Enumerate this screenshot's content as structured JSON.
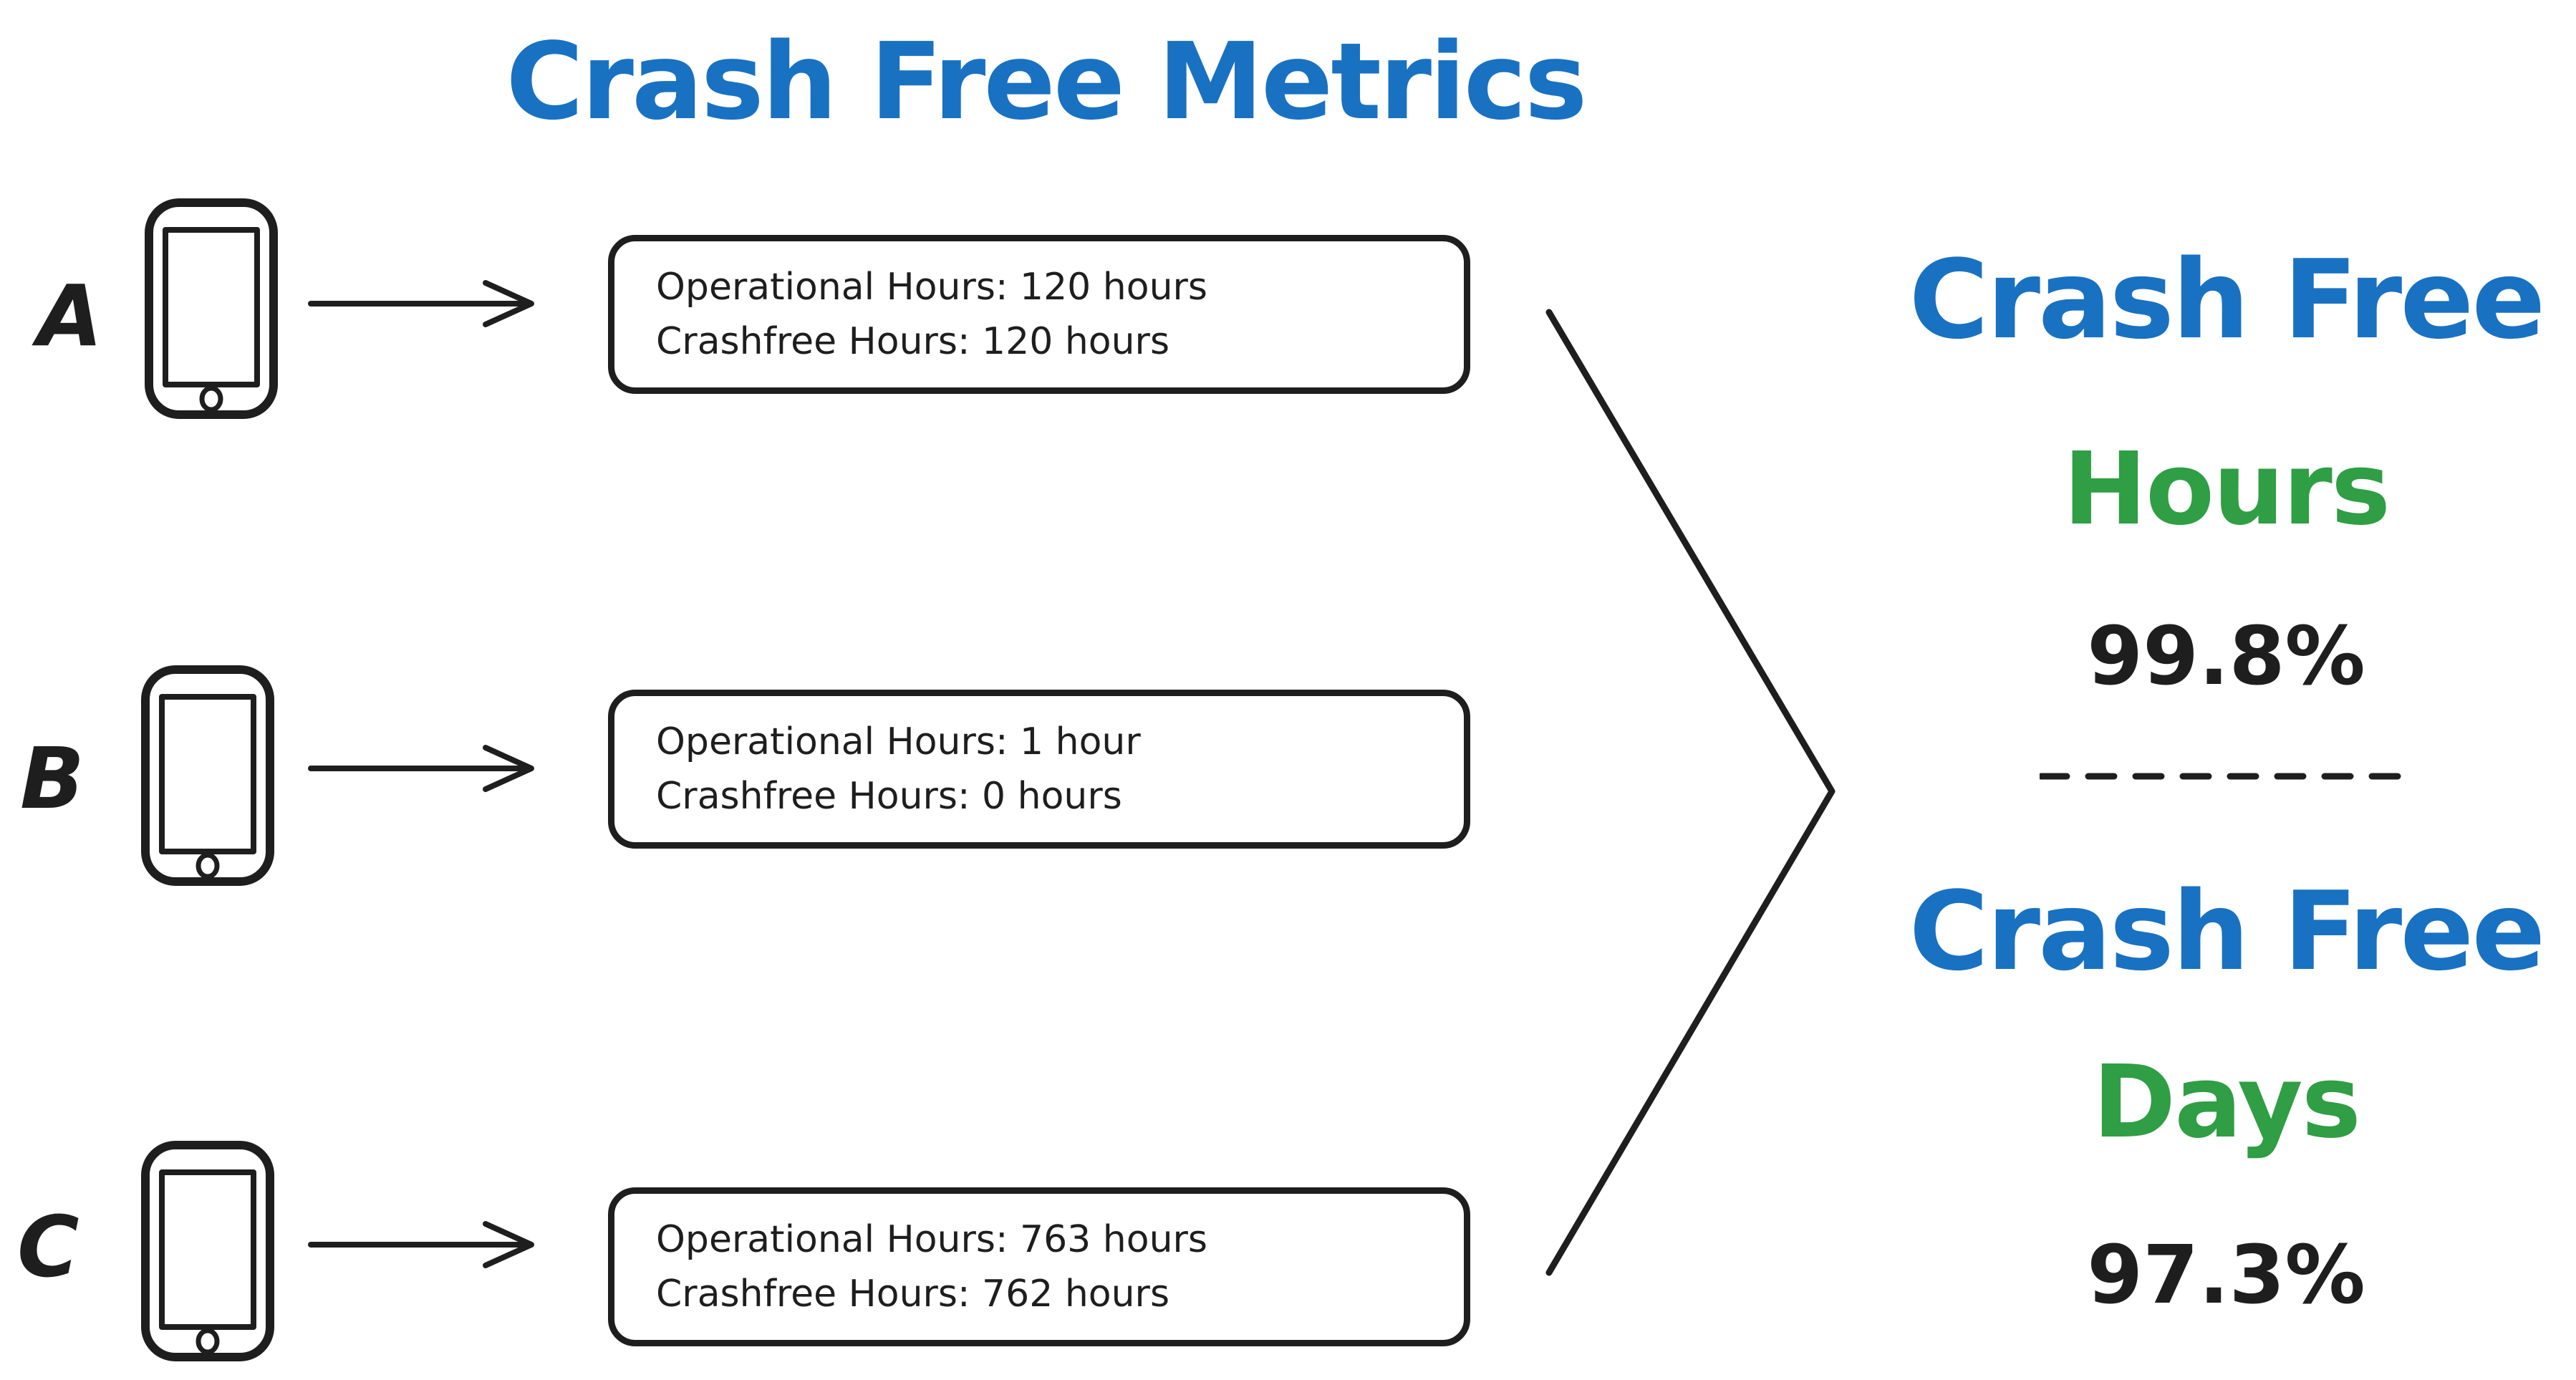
{
  "title": "Crash Free Metrics",
  "colors": {
    "blue": "#1971c2",
    "green": "#2f9e44",
    "ink": "#1e1e1e",
    "background": "#ffffff"
  },
  "icons": {
    "phone": "phone-icon",
    "arrow": "arrow-right-icon",
    "chevron": "converge-chevron",
    "divider": "dashed-divider"
  },
  "devices": [
    {
      "label": "A",
      "box_lines": [
        "Operational Hours: 120 hours",
        "Crashfree Hours: 120 hours"
      ]
    },
    {
      "label": "B",
      "box_lines": [
        "Operational Hours: 1 hour",
        "Crashfree Hours: 0 hours"
      ]
    },
    {
      "label": "C",
      "box_lines": [
        "Operational Hours: 763 hours",
        "Crashfree Hours: 762 hours"
      ]
    }
  ],
  "results": {
    "hours": {
      "title": "Crash Free",
      "unit": "Hours",
      "value": "99.8%"
    },
    "days": {
      "title": "Crash Free",
      "unit": "Days",
      "value": "97.3%"
    }
  }
}
